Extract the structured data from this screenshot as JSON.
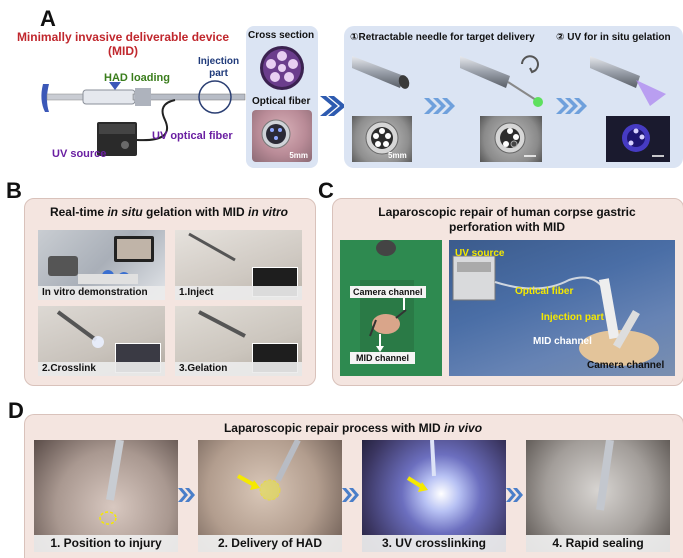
{
  "panels": {
    "a": {
      "letter": "A",
      "title_line1": "Minimally invasive deliverable device",
      "title_line2": "(MID)",
      "had_loading": "HAD loading",
      "uv_source": "UV source",
      "uv_optical_fiber": "UV optical fiber",
      "injection_part": "Injection\npart",
      "cross_section": "Cross section",
      "optical_fiber": "Optical fiber",
      "scale_5mm": "5mm",
      "step1": "①Retractable needle for target delivery",
      "step2": "② UV for in situ gelation",
      "scale_5mm_b": "5mm"
    },
    "b": {
      "letter": "B",
      "title_pre": "Real-time ",
      "title_em1": "in situ",
      "title_mid": " gelation with MID ",
      "title_em2": "in vitro",
      "caps": [
        "In vitro demonstration",
        "1.Inject",
        "2.Crosslink",
        "3.Gelation"
      ]
    },
    "c": {
      "letter": "C",
      "title_line1": "Laparoscopic repair of  human corpse gastric",
      "title_line2": "perforation with MID",
      "camera_channel": "Camera channel",
      "mid_channel": "MID channel",
      "uv_source": "UV source",
      "optical_fiber": "Optical fiber",
      "injection_part": "Injection part",
      "mid_channel2": "MID channel",
      "camera_channel2": "Camera channel"
    },
    "d": {
      "letter": "D",
      "title_pre": "Laparoscopic repair process with MID ",
      "title_em": "in vivo",
      "caps": [
        "1. Position to injury",
        "2. Delivery of HAD",
        "3. UV crosslinking",
        "4. Rapid sealing"
      ]
    }
  },
  "colors": {
    "title_red": "#c0272d",
    "had_green": "#3a7d1c",
    "uv_purple": "#6a1fa2",
    "label_yellow": "#f5e900",
    "arrow_blue": "#4a7ec9",
    "panel_blue_bg": "#dbe4f3",
    "panel_pink_bg": "#f4e5e0"
  }
}
